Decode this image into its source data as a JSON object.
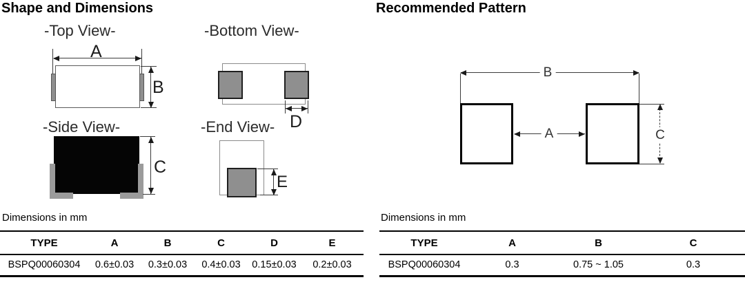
{
  "left": {
    "title": "Shape and Dimensions",
    "top_view": "-Top View-",
    "bottom_view": "-Bottom View-",
    "side_view": "-Side View-",
    "end_view": "-End View-",
    "dims": {
      "A": "A",
      "B": "B",
      "C": "C",
      "D": "D",
      "E": "E"
    },
    "note": "Dimensions in mm",
    "table": {
      "headers": [
        "TYPE",
        "A",
        "B",
        "C",
        "D",
        "E"
      ],
      "row": [
        "BSPQ00060304",
        "0.6±0.03",
        "0.3±0.03",
        "0.4±0.03",
        "0.15±0.03",
        "0.2±0.03"
      ]
    }
  },
  "right": {
    "title": "Recommended Pattern",
    "dims": {
      "A": "A",
      "B": "B",
      "C": "C"
    },
    "note": "Dimensions in mm",
    "table": {
      "headers": [
        "TYPE",
        "A",
        "B",
        "C"
      ],
      "row": [
        "BSPQ00060304",
        "0.3",
        "0.75 ~ 1.05",
        "0.3"
      ]
    }
  },
  "colors": {
    "pad_gray": "#8f8f8f",
    "terminal_gray": "#9b9b9b",
    "body_black": "#050505",
    "line_gray": "#3a3a3a"
  }
}
